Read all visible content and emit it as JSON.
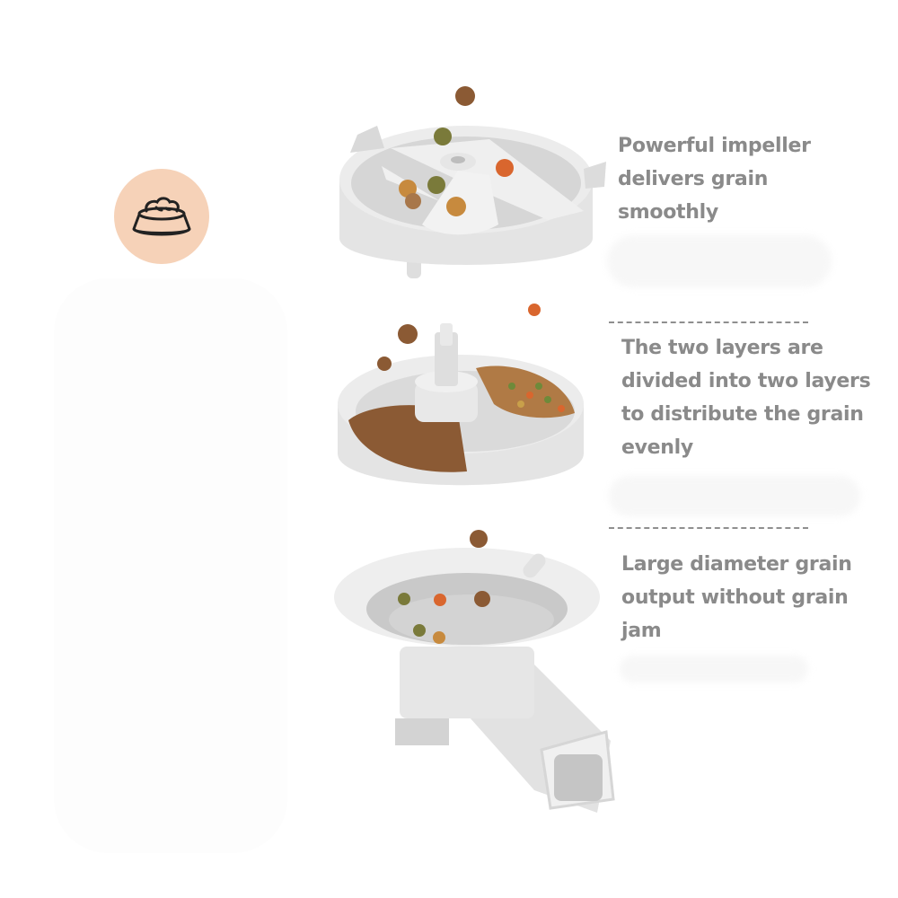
{
  "badge": {
    "icon": "food-bowl-icon",
    "background": "#f6d2b8"
  },
  "features": [
    {
      "lines": [
        "Powerful impeller",
        "delivers grain",
        "smoothly"
      ]
    },
    {
      "lines": [
        "The two layers are",
        "divided into two layers",
        "to distribute the grain",
        "evenly"
      ]
    },
    {
      "lines": [
        "Large diameter grain",
        "output without grain",
        "jam"
      ]
    }
  ],
  "colors": {
    "text": "#8a8a8a",
    "divider": "#8f8f8f",
    "plastic": "#e6e6e6",
    "plastic_shadow": "#c9c9c9",
    "kibble_brown": "#8b5a34",
    "kibble_orange": "#d9662e",
    "kibble_green": "#7a7a3a"
  },
  "components": [
    "impeller-disc",
    "layered-divider-tray",
    "funnel-outlet-chute"
  ]
}
